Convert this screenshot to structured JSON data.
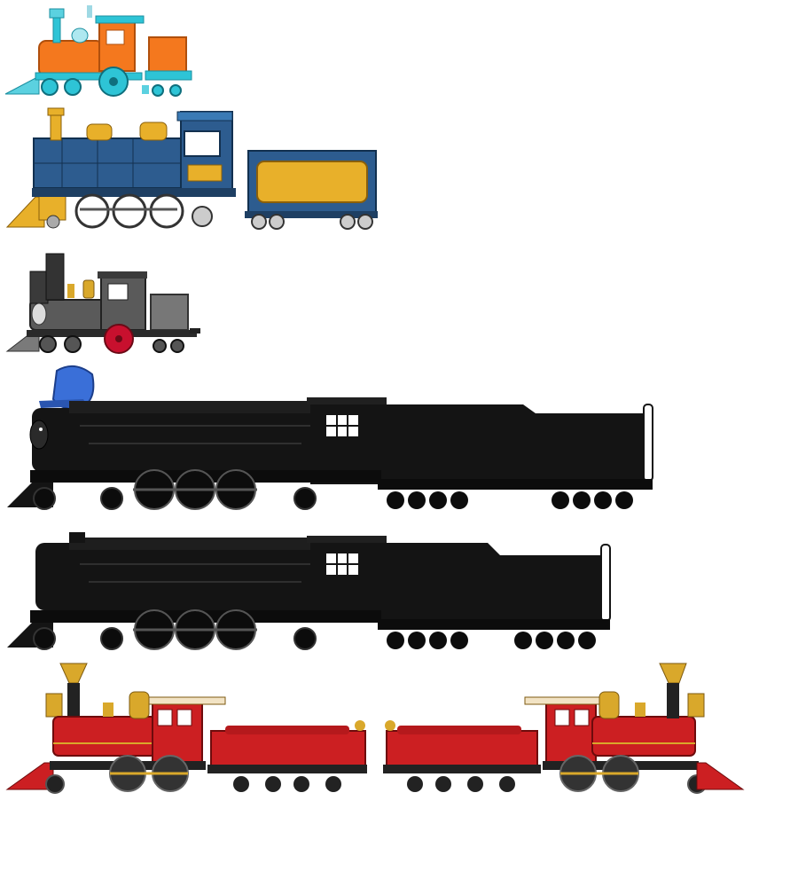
{
  "sheet": {
    "background": "#ffffff",
    "locomotives": [
      {
        "name": "orange-cyan-4-4-0",
        "body_color": "#f4781e",
        "trim_color": "#2ec4d6"
      },
      {
        "name": "blue-gold-4-6-0",
        "body_color": "#2d5c8f",
        "trim_color": "#e8b02a"
      },
      {
        "name": "gray-4-4-0-with-face",
        "body_color": "#5a5a5a",
        "trim_color": "#c8102e"
      },
      {
        "name": "black-2-8-2-with-hat",
        "body_color": "#141414",
        "trim_color": "#3a6fd8"
      },
      {
        "name": "black-2-8-2",
        "body_color": "#141414",
        "trim_color": "#2a2a2a"
      },
      {
        "name": "red-4-4-0-pair",
        "body_color": "#cc1f22",
        "trim_color": "#d9a82b"
      }
    ]
  }
}
